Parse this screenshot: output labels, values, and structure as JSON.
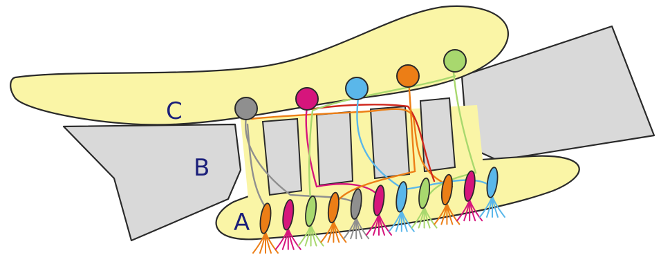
{
  "labels": {
    "c": "C",
    "b": "B",
    "a": "A"
  },
  "colors": {
    "region_fill": "#faf5a6",
    "sheet_fill": "#d9d9d9",
    "outline": "#2a2a2a",
    "label_text": "#1b1f7a"
  },
  "upper_neurons": [
    {
      "color": "#8f8f8f"
    },
    {
      "color": "#d6157c"
    },
    {
      "color": "#5ab7ea"
    },
    {
      "color": "#ec7e16"
    },
    {
      "color": "#a8d86e"
    }
  ],
  "terminals": [
    {
      "color": "#ec7e16"
    },
    {
      "color": "#d6157c"
    },
    {
      "color": "#a8d86e"
    },
    {
      "color": "#ec7e16"
    },
    {
      "color": "#8f8f8f"
    },
    {
      "color": "#d6157c"
    },
    {
      "color": "#5ab7ea"
    },
    {
      "color": "#a8d86e"
    },
    {
      "color": "#ec7e16"
    },
    {
      "color": "#d6157c"
    },
    {
      "color": "#5ab7ea"
    }
  ]
}
